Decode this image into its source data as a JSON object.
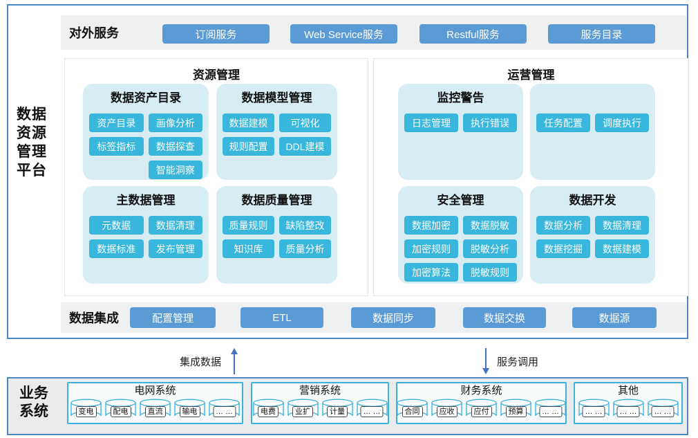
{
  "platform_label": "数据\n资源\n管理\n平台",
  "external": {
    "label": "对外服务",
    "buttons": [
      "订阅服务",
      "Web Service服务",
      "Restful服务",
      "服务目录"
    ]
  },
  "resource": {
    "title": "资源管理",
    "asset_catalog": {
      "title": "数据资产目录",
      "buttons": [
        "资产目录",
        "画像分析",
        "标签指标",
        "数据探查",
        "智能洞察"
      ]
    },
    "model_mgmt": {
      "title": "数据模型管理",
      "buttons": [
        "数据建模",
        "可视化",
        "规则配置",
        "DDL建模"
      ]
    },
    "master_data": {
      "title": "主数据管理",
      "buttons": [
        "元数据",
        "数据清理",
        "数据标准",
        "发布管理"
      ]
    },
    "quality": {
      "title": "数据质量管理",
      "buttons": [
        "质量规则",
        "缺陷整改",
        "知识库",
        "质量分析"
      ]
    }
  },
  "operation": {
    "title": "运营管理",
    "monitor": {
      "title": "监控警告",
      "buttons": [
        "日志管理",
        "执行错误"
      ]
    },
    "schedule": {
      "buttons": [
        "任务配置",
        "调度执行"
      ]
    },
    "security": {
      "title": "安全管理",
      "buttons": [
        "数据加密",
        "数据脱敏",
        "加密规则",
        "脱敏分析",
        "加密算法",
        "脱敏规则"
      ]
    },
    "development": {
      "title": "数据开发",
      "buttons": [
        "数据分析",
        "数据清理",
        "数据挖掘",
        "数据建模"
      ]
    }
  },
  "integration": {
    "label": "数据集成",
    "buttons": [
      "配置管理",
      "ETL",
      "数据同步",
      "数据交换",
      "数据源"
    ]
  },
  "flows": {
    "up": "集成数据",
    "down": "服务调用"
  },
  "business": {
    "label": "业务\n系统",
    "systems": [
      {
        "title": "电网系统",
        "items": [
          "变电",
          "配电",
          "直流",
          "输电",
          "… …"
        ]
      },
      {
        "title": "营销系统",
        "items": [
          "电费",
          "业扩",
          "计量",
          "… …"
        ]
      },
      {
        "title": "财务系统",
        "items": [
          "合同",
          "应收",
          "应付",
          "预算",
          "… …"
        ]
      },
      {
        "title": "其他",
        "items": [
          "… …",
          "… …",
          "… …"
        ]
      }
    ]
  },
  "colors": {
    "outer_border": "#4e86c2",
    "service_button": "#5b9bd5",
    "module_chip": "#38b6dc",
    "card_bg": "#d8ecf3",
    "strip_bg": "#eef0f1",
    "arrow": "#4472c4",
    "biz_card_border": "#3db2de",
    "biz_box_bg": "#e9ebec"
  }
}
